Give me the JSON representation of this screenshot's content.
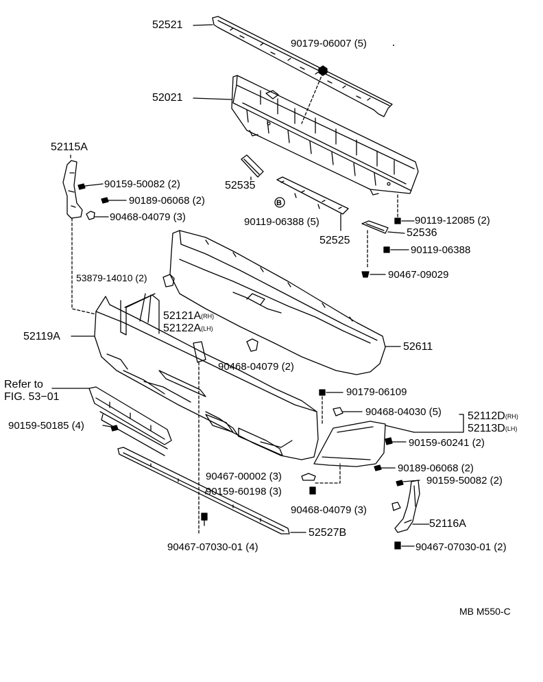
{
  "callouts": {
    "p52521": "52521",
    "p90179_06007": "90179-06007  (5)",
    "p52021": "52021",
    "p52115A": "52115A",
    "p90159_50082_l": "90159-50082  (2)",
    "p90189_06068_l": "90189-06068  (2)",
    "p90468_04079_l": "90468-04079  (3)",
    "p52535": "52535",
    "b_marker": "B",
    "p90119_06388_5": "90119-06388  (5)",
    "p52525": "52525",
    "p90119_12085": "90119-12085  (2)",
    "p52536": "52536",
    "p90119_06388": "90119-06388",
    "p90467_09029": "90467-09029",
    "p53879_14010": "53879-14010  (2)",
    "p52121A": "52121A",
    "p52121A_side": "(RH)",
    "p52122A": "52122A",
    "p52122A_side": "(LH)",
    "p52119A": "52119A",
    "p52611": "52611",
    "p90468_04079_2": "90468-04079  (2)",
    "refer_to_1": "Refer to",
    "refer_to_2": "FIG. 53−01",
    "p90179_06109": "90179-06109",
    "p90468_04030": "90468-04030  (5)",
    "p52112D": "52112D",
    "p52112D_side": "(RH)",
    "p52113D": "52113D",
    "p52113D_side": "(LH)",
    "p90159_50185": "90159-50185  (4)",
    "p90159_60241": "90159-60241  (2)",
    "p90189_06068_r": "90189-06068  (2)",
    "p90467_00002": "90467-00002  (3)",
    "p90159_50082_r": "90159-50082  (2)",
    "p90159_60198": "90159-60198  (3)",
    "p90468_04079_r": "90468-04079  (3)",
    "p52116A": "52116A",
    "p52527B": "52527B",
    "p90467_07030_4": "90467-07030-01  (4)",
    "p90467_07030_2": "90467-07030-01  (2)",
    "diagram_code": "MB M550-C"
  }
}
